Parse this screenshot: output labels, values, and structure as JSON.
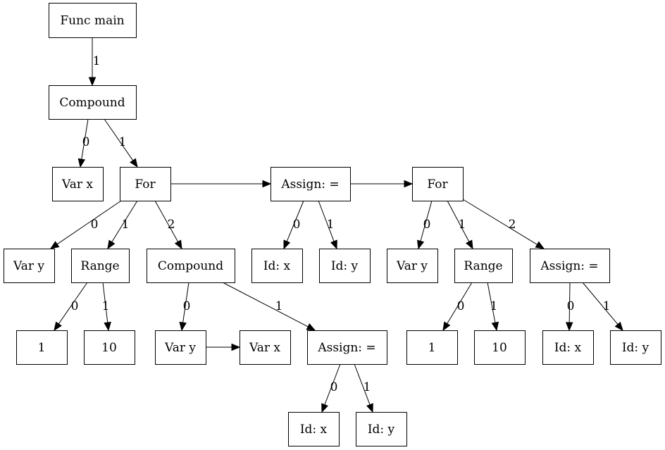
{
  "nodes": {
    "func_main": "Func main",
    "compound_main": "Compound",
    "var_x_decl": "Var x",
    "for_1": "For",
    "assign_top": "Assign: =",
    "for_2": "For",
    "for1_var_y": "Var y",
    "for1_range": "Range",
    "for1_compound": "Compound",
    "assign_top_id_x": "Id: x",
    "assign_top_id_y": "Id: y",
    "for2_var_y": "Var y",
    "for2_range": "Range",
    "for2_assign": "Assign: =",
    "for1_range_start": "1",
    "for1_range_end": "10",
    "for1_body_var_y": "Var y",
    "for1_body_var_x": "Var x",
    "for1_body_assign": "Assign: =",
    "for2_range_start": "1",
    "for2_range_end": "10",
    "for2_assign_id_x": "Id: x",
    "for2_assign_id_y": "Id: y",
    "for1_body_assign_id_x": "Id: x",
    "for1_body_assign_id_y": "Id: y"
  },
  "edges": [
    {
      "from": "func_main",
      "to": "compound_main",
      "label": "1"
    },
    {
      "from": "compound_main",
      "to": "var_x_decl",
      "label": "0"
    },
    {
      "from": "compound_main",
      "to": "for_1",
      "label": "1"
    },
    {
      "from": "for_1",
      "to": "assign_top",
      "label": ""
    },
    {
      "from": "assign_top",
      "to": "for_2",
      "label": ""
    },
    {
      "from": "for_1",
      "to": "for1_var_y",
      "label": "0"
    },
    {
      "from": "for_1",
      "to": "for1_range",
      "label": "1"
    },
    {
      "from": "for_1",
      "to": "for1_compound",
      "label": "2"
    },
    {
      "from": "assign_top",
      "to": "assign_top_id_x",
      "label": "0"
    },
    {
      "from": "assign_top",
      "to": "assign_top_id_y",
      "label": "1"
    },
    {
      "from": "for_2",
      "to": "for2_var_y",
      "label": "0"
    },
    {
      "from": "for_2",
      "to": "for2_range",
      "label": "1"
    },
    {
      "from": "for_2",
      "to": "for2_assign",
      "label": "2"
    },
    {
      "from": "for1_range",
      "to": "for1_range_start",
      "label": "0"
    },
    {
      "from": "for1_range",
      "to": "for1_range_end",
      "label": "1"
    },
    {
      "from": "for1_compound",
      "to": "for1_body_var_y",
      "label": "0"
    },
    {
      "from": "for1_compound",
      "to": "for1_body_assign",
      "label": "1"
    },
    {
      "from": "for1_body_var_y",
      "to": "for1_body_var_x",
      "label": ""
    },
    {
      "from": "for2_range",
      "to": "for2_range_start",
      "label": "0"
    },
    {
      "from": "for2_range",
      "to": "for2_range_end",
      "label": "1"
    },
    {
      "from": "for2_assign",
      "to": "for2_assign_id_x",
      "label": "0"
    },
    {
      "from": "for2_assign",
      "to": "for2_assign_id_y",
      "label": "1"
    },
    {
      "from": "for1_body_assign",
      "to": "for1_body_assign_id_x",
      "label": "0"
    },
    {
      "from": "for1_body_assign",
      "to": "for1_body_assign_id_y",
      "label": "1"
    }
  ]
}
